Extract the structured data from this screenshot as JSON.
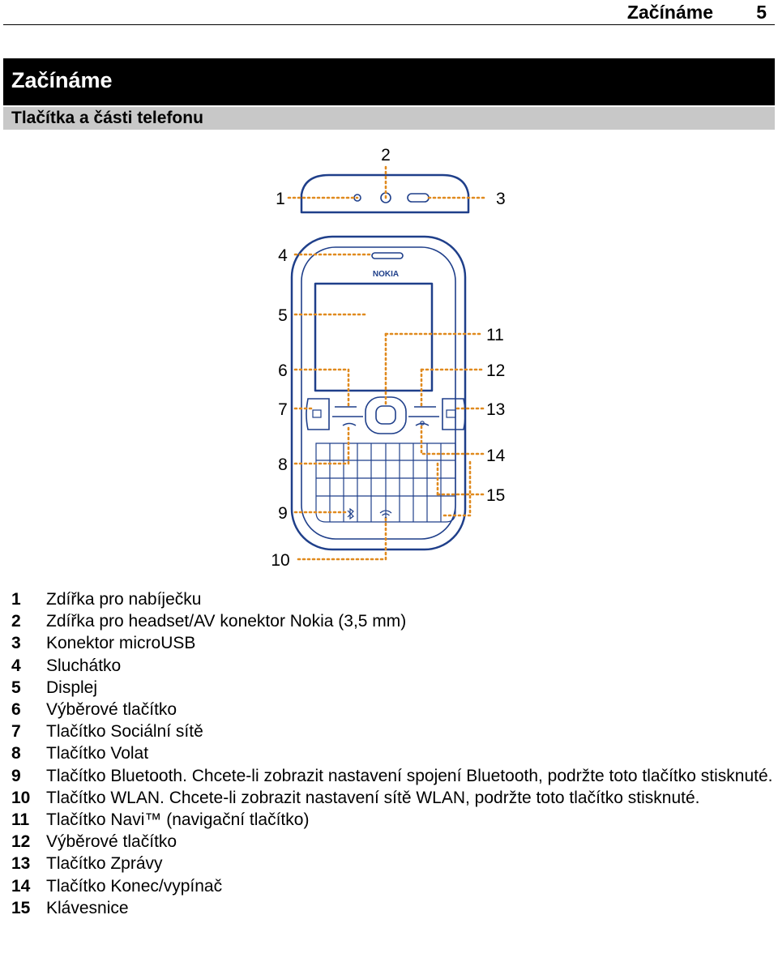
{
  "header": {
    "section_title": "Začínáme",
    "page_number": "5"
  },
  "chapter": {
    "title": "Začínáme"
  },
  "section": {
    "title": "Tlačítka a části telefonu"
  },
  "diagram": {
    "brand_text": "NOKIA",
    "callouts": [
      "1",
      "2",
      "3",
      "4",
      "5",
      "6",
      "7",
      "8",
      "9",
      "10",
      "11",
      "12",
      "13",
      "14",
      "15"
    ]
  },
  "legend": [
    {
      "num": "1",
      "text": "Zdířka pro nabíječku"
    },
    {
      "num": "2",
      "text": "Zdířka pro headset/AV konektor Nokia (3,5 mm)"
    },
    {
      "num": "3",
      "text": "Konektor microUSB"
    },
    {
      "num": "4",
      "text": "Sluchátko"
    },
    {
      "num": "5",
      "text": "Displej"
    },
    {
      "num": "6",
      "text": "Výběrové tlačítko"
    },
    {
      "num": "7",
      "text": "Tlačítko Sociální sítě"
    },
    {
      "num": "8",
      "text": "Tlačítko Volat"
    },
    {
      "num": "9",
      "text": "Tlačítko Bluetooth. Chcete-li zobrazit nastavení spojení Bluetooth, podržte toto tlačítko stisknuté."
    },
    {
      "num": "10",
      "text": "Tlačítko WLAN. Chcete-li zobrazit nastavení sítě WLAN, podržte toto tlačítko stisknuté."
    },
    {
      "num": "11",
      "text": "Tlačítko Navi™ (navigační tlačítko)"
    },
    {
      "num": "12",
      "text": "Výběrové tlačítko"
    },
    {
      "num": "13",
      "text": "Tlačítko Zprávy"
    },
    {
      "num": "14",
      "text": "Tlačítko Konec/vypínač"
    },
    {
      "num": "15",
      "text": "Klávesnice"
    }
  ],
  "colors": {
    "outline": "#1f3f8a",
    "leader": "#e08a1e",
    "chapter_bar": "#000000",
    "section_bar": "#c8c8c8"
  }
}
